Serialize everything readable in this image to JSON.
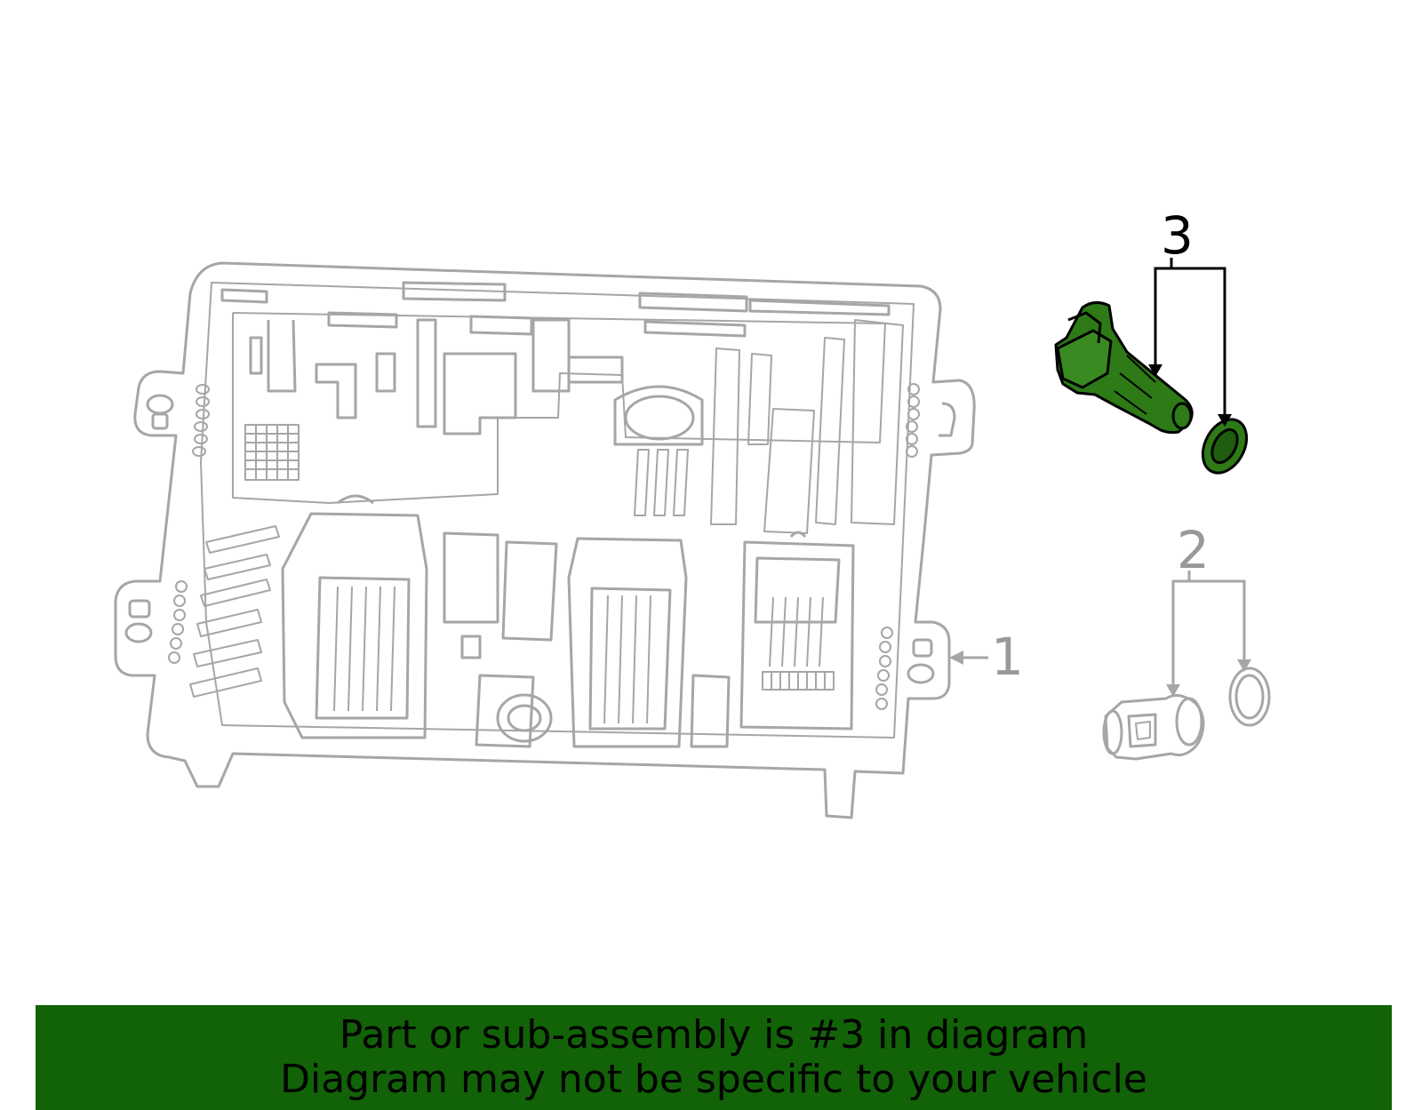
{
  "callouts": {
    "one": "1",
    "two": "2",
    "three": "3"
  },
  "banner": {
    "line1": "Part or sub-assembly is #3 in diagram",
    "line2": "Diagram may not be specific to your vehicle"
  },
  "colors": {
    "highlight_fill": "#2d7a17",
    "highlight_stroke": "#000000",
    "part_line": "#a6a6a6",
    "banner_bg": "#126207",
    "banner_text": "#000000"
  }
}
